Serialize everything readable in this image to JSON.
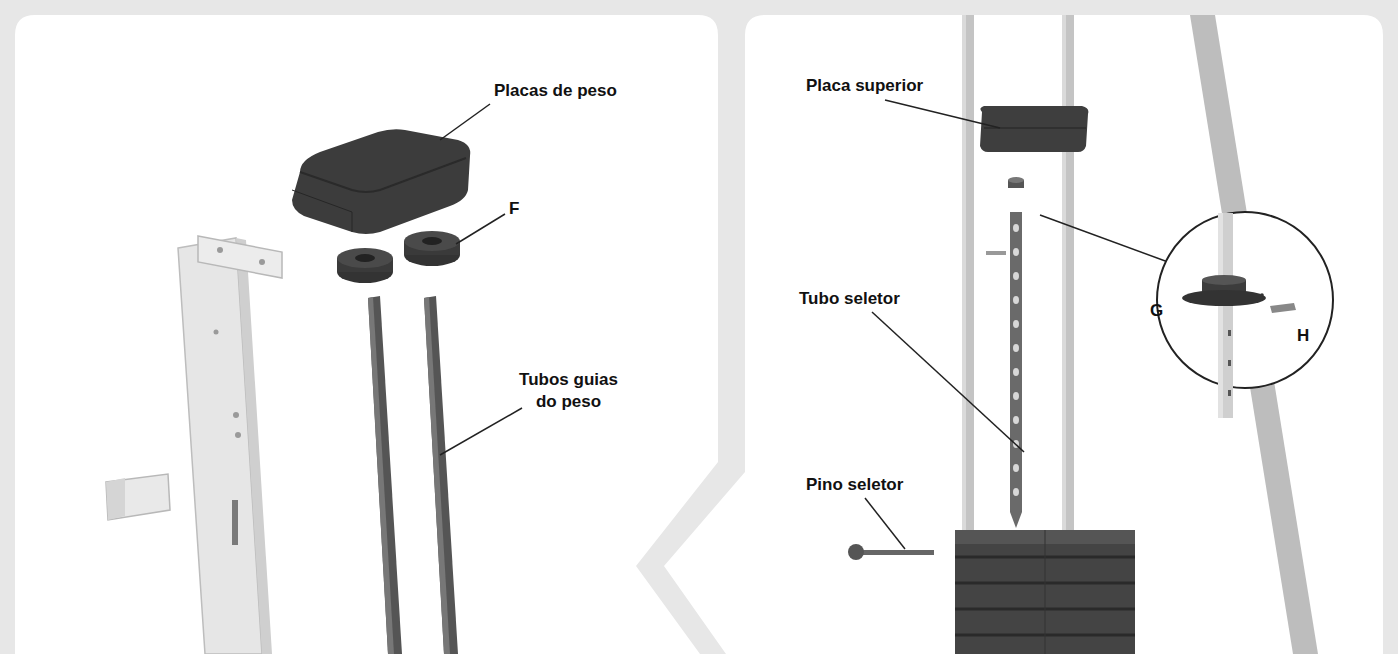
{
  "diagram": {
    "labels": [
      "Placas de peso",
      "F",
      "Tubos guias do peso",
      "Placa superior",
      "Tubo seletor",
      "Pino seletor",
      "G",
      "H"
    ]
  }
}
